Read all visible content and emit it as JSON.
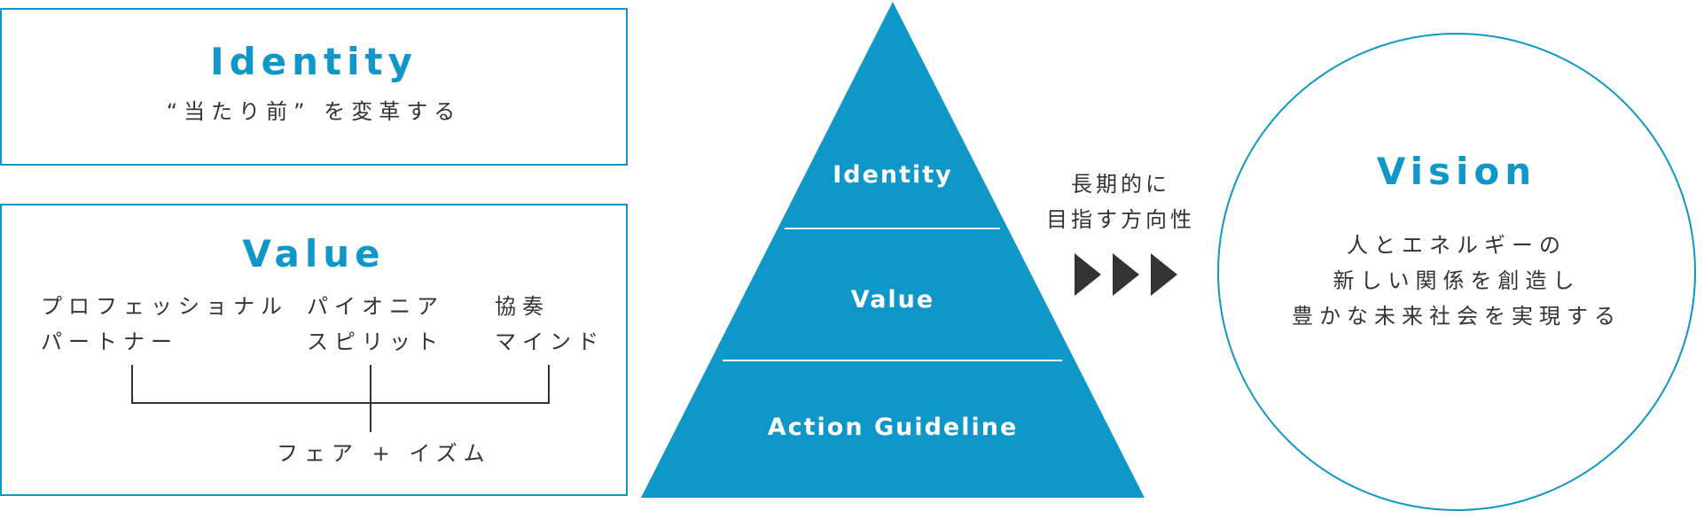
{
  "identity_box": {
    "title": "Identity",
    "subtitle": "“当たり前” を変革する"
  },
  "value_box": {
    "title": "Value",
    "items": [
      {
        "line1": "プロフェッショナル",
        "line2": "パートナー"
      },
      {
        "line1": "パイオニア",
        "line2": "スピリット"
      },
      {
        "line1": "協奏",
        "line2": "マインド"
      }
    ],
    "summary": "フェア + イズム"
  },
  "pyramid": {
    "tiers": [
      "Identity",
      "Value",
      "Action Guideline"
    ]
  },
  "arrow_label": {
    "line1": "長期的に",
    "line2": "目指す方向性"
  },
  "vision": {
    "title": "Vision",
    "lines": [
      "人とエネルギーの",
      "新しい関係を創造し",
      "豊かな未来社会を実現する"
    ]
  },
  "colors": {
    "brand_blue": "#0e97c8",
    "text_dark": "#333333",
    "arrow_dark": "#333333"
  }
}
